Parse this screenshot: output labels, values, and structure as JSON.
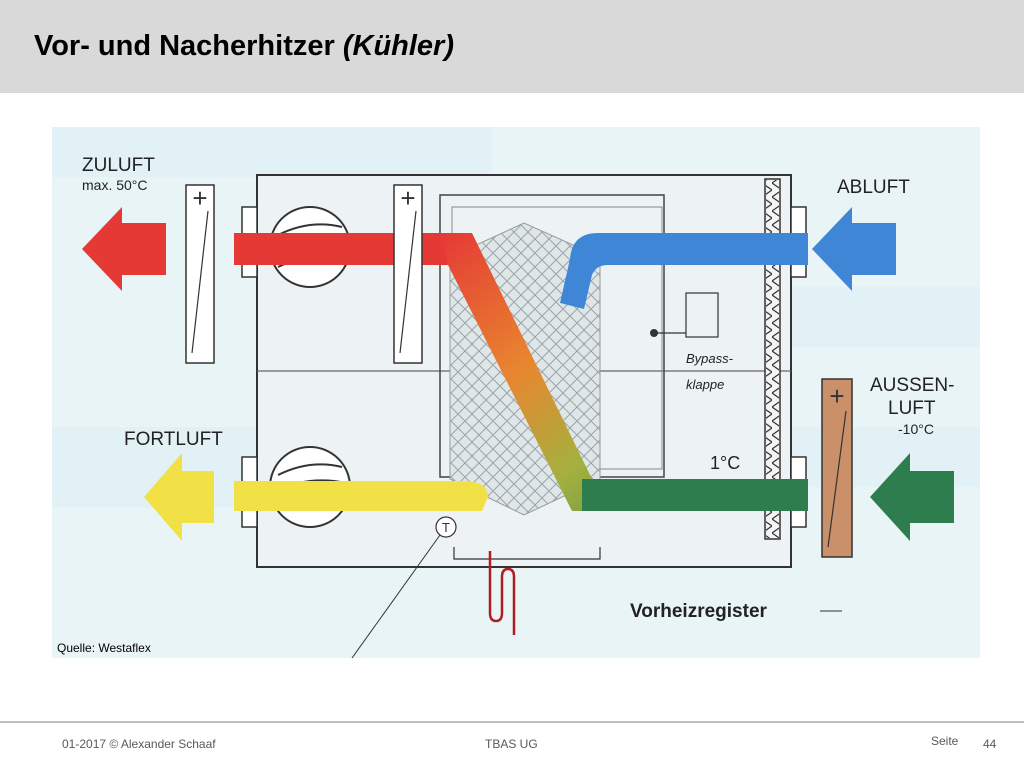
{
  "slide": {
    "title_main": "Vor- und Nacherhitzer",
    "title_paren": "(Kühler)"
  },
  "figure": {
    "source": "Quelle: Westaflex",
    "labels": {
      "zuluft": "ZULUFT",
      "zuluft_temp": "max. 50°C",
      "abluft": "ABLUFT",
      "fortluft": "FORTLUFT",
      "aussen_1": "AUSSEN-",
      "aussen_2": "LUFT",
      "aussen_temp": "-10°C",
      "bypass_1": "Bypass-",
      "bypass_2": "klappe",
      "temp_1c": "1°C",
      "vorheizregister": "Vorheizregister",
      "heater_plus": "+",
      "sensor_t": "T"
    },
    "colors": {
      "supply": "#e53935",
      "exhaust": "#3f87d6",
      "outside": "#2e7d4f",
      "fortluft": "#f2e047",
      "preheater": "#c9906a",
      "background": "#e9f4f7"
    }
  },
  "footer": {
    "left": "01-2017 © Alexander Schaaf",
    "center": "TBAS UG",
    "seite": "Seite",
    "page": "44"
  }
}
